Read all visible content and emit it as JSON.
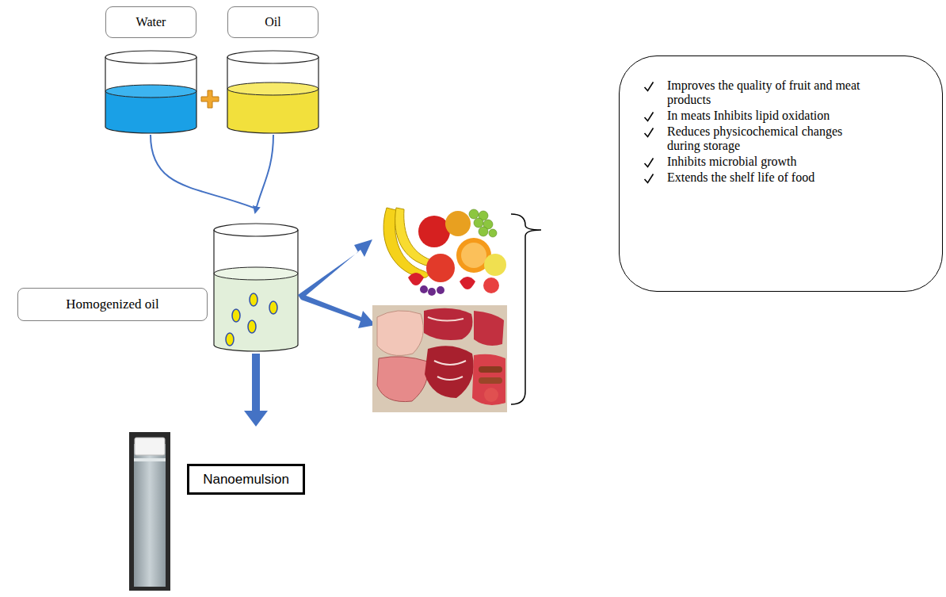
{
  "diagram": {
    "nodes": [
      {
        "text": [
          "Water"
        ]
      },
      {
        "text": [
          "Oil"
        ]
      },
      {
        "text": [
          "Homogenized oil"
        ]
      },
      {
        "text": [
          "Improves the quality of fruit and meat products",
          "In meats Inhibits lipid oxidation",
          "Reduces physicochemical changes during storage",
          "Inhibits microbial growth",
          "Extends the shelf life of food"
        ]
      },
      {
        "text": [
          "Nanoemulsion"
        ]
      }
    ]
  }
}
